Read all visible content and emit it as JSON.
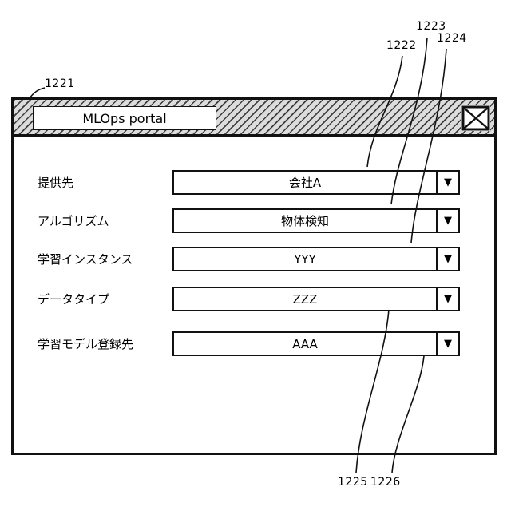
{
  "figure": {
    "refs": {
      "window": "1221",
      "dropdown1": "1222",
      "dropdown2": "1223",
      "dropdown3": "1224",
      "dropdown4": "1225",
      "dropdown5": "1226"
    }
  },
  "window": {
    "title": "MLOps portal",
    "fields": [
      {
        "label": "提供先",
        "value": "会社A"
      },
      {
        "label": "アルゴリズム",
        "value": "物体検知"
      },
      {
        "label": "学習インスタンス",
        "value": "YYY"
      },
      {
        "label": "データタイプ",
        "value": "ZZZ"
      },
      {
        "label": "学習モデル登録先",
        "value": "AAA"
      }
    ]
  },
  "icons": {
    "dropdown_arrow": "▼"
  },
  "colors": {
    "line": "#000000",
    "background": "#ffffff",
    "titlebar_hatch": "#dcdcdc"
  }
}
